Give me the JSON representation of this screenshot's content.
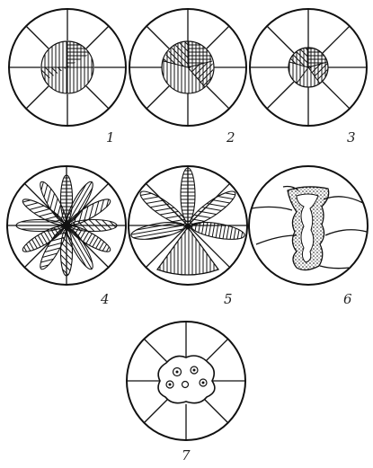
{
  "panels": [
    {
      "id": "1",
      "label": "1"
    },
    {
      "id": "2",
      "label": "2"
    },
    {
      "id": "3",
      "label": "3"
    },
    {
      "id": "4",
      "label": "4"
    },
    {
      "id": "5",
      "label": "5"
    },
    {
      "id": "6",
      "label": "6"
    },
    {
      "id": "7",
      "label": "7"
    }
  ],
  "colors": {
    "ink": "#111111",
    "paper": "#ffffff"
  }
}
